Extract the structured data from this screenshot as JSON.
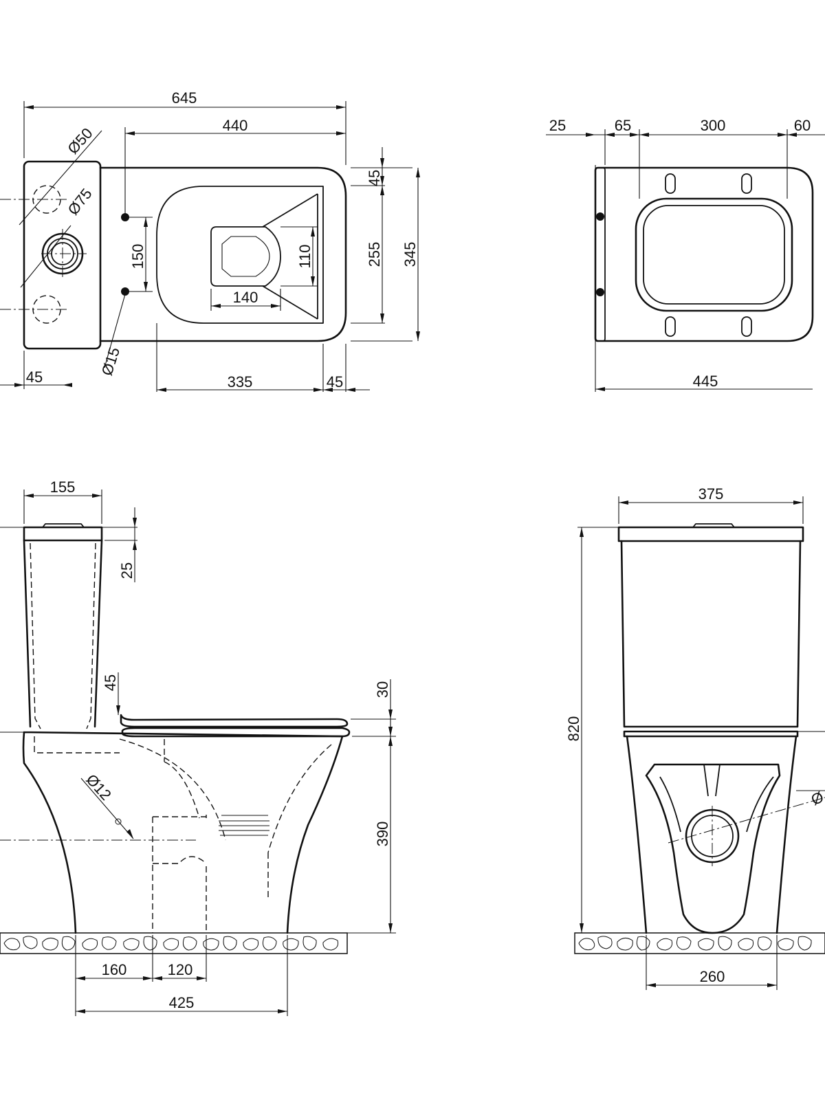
{
  "drawing": {
    "top_view": {
      "dims": {
        "overall_length": "645",
        "bowl_length": "440",
        "rim_front": "45",
        "inner_width": "255",
        "overall_width": "345",
        "outlet_width": "110",
        "outlet_length": "140",
        "bolt_spacing": "150",
        "cistern_offset": "45",
        "bowl_front": "335",
        "rim_back": "45",
        "dia_50": "Ø50",
        "dia_75": "Ø75",
        "dia_15": "Ø15"
      }
    },
    "seat_view": {
      "dims": {
        "hinge_margin": "25",
        "side_margin": "65",
        "opening": "300",
        "front_margin": "60",
        "seat_length": "445"
      }
    },
    "side_view": {
      "dims": {
        "cistern_depth": "155",
        "lid_height": "25",
        "seat_gap": "45",
        "seat_thickness": "30",
        "bowl_height": "390",
        "dia_12": "Ø12",
        "outlet_offset": "160",
        "outlet_size": "120",
        "base_length": "425"
      }
    },
    "front_view": {
      "dims": {
        "cistern_width": "375",
        "total_height": "820",
        "base_width": "260",
        "outlet_dia_partial": "Ø"
      }
    }
  }
}
